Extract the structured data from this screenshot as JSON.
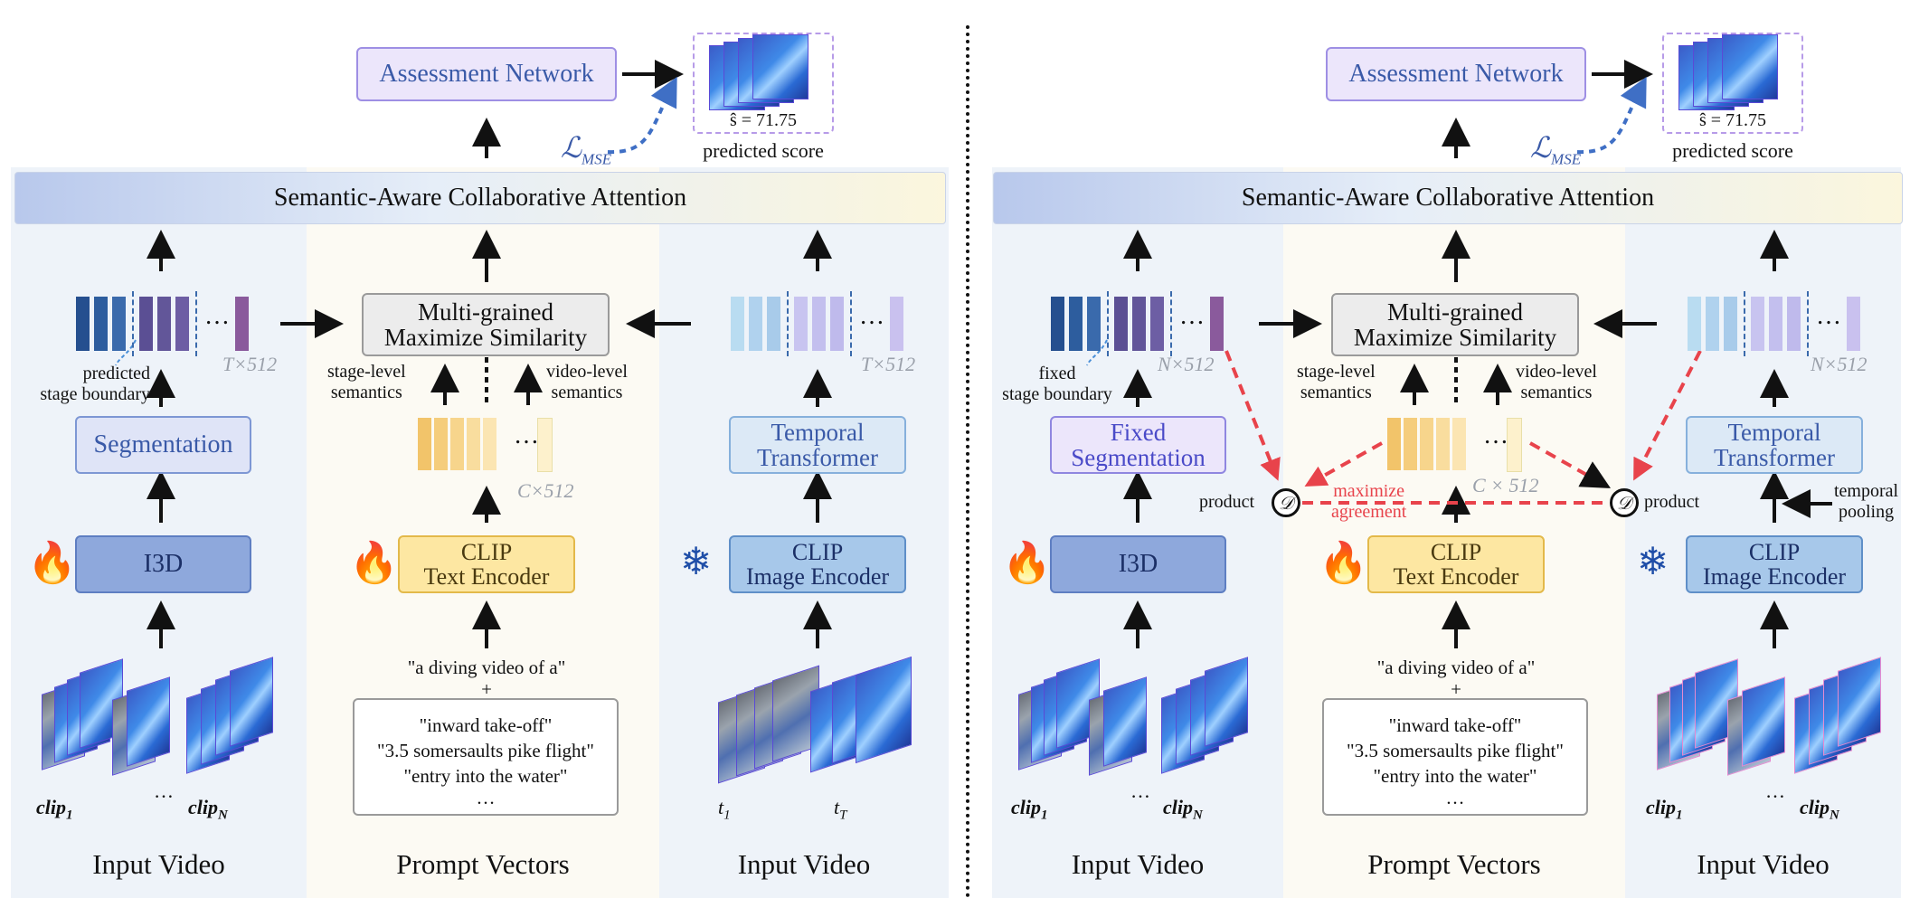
{
  "left": {
    "assessment": "Assessment Network",
    "score": "ŝ = 71.75",
    "predicted": "predicted score",
    "loss_main": "ℒ",
    "loss_sub": "MSE",
    "sac": "Semantic-Aware Collaborative Attention",
    "mgms_line1": "Multi-grained",
    "mgms_line2": "Maximize Similarity",
    "boundary_line1": "predicted",
    "boundary_line2": "stage boundary",
    "dots": "…",
    "dim_left": "T×512",
    "dim_right": "T×512",
    "dim_text": "C×512",
    "stage_line1": "stage-level",
    "stage_line2": "semantics",
    "video_line1": "video-level",
    "video_line2": "semantics",
    "segmentation_line1": "Segmentation",
    "temporal_line1": "Temporal",
    "temporal_line2": "Transformer",
    "i3d": "I3D",
    "clip_text_line1": "CLIP",
    "clip_text_line2": "Text Encoder",
    "clip_img_line1": "CLIP",
    "clip_img_line2": "Image Encoder",
    "prompt_head": "\"a diving video of a\"",
    "plus": "+",
    "prompt1": "\"inward take-off\"",
    "prompt2": "\"3.5 somersaults pike flight\"",
    "prompt3": "\"entry into the water\"",
    "prompt_dots": "…",
    "clip1": "clip",
    "clip1_sub": "1",
    "clipN": "clip",
    "clipN_sub": "N",
    "clip_dots": "…",
    "t1": "t",
    "t1_sub": "1",
    "tT": "t",
    "tT_sub": "T",
    "footer_video_a": "Input Video",
    "footer_prompt": "Prompt Vectors",
    "footer_video_b": "Input Video"
  },
  "right": {
    "assessment": "Assessment Network",
    "score": "ŝ = 71.75",
    "predicted": "predicted score",
    "loss_main": "ℒ",
    "loss_sub": "MSE",
    "sac": "Semantic-Aware Collaborative Attention",
    "mgms_line1": "Multi-grained",
    "mgms_line2": "Maximize Similarity",
    "boundary_line1": "fixed",
    "boundary_line2": "stage boundary",
    "dots": "…",
    "dim_left": "N×512",
    "dim_right": "N×512",
    "dim_text": "C × 512",
    "stage_line1": "stage-level",
    "stage_line2": "semantics",
    "video_line1": "video-level",
    "video_line2": "semantics",
    "segmentation_line1": "Fixed",
    "segmentation_line2": "Segmentation",
    "temporal_line1": "Temporal",
    "temporal_line2": "Transformer",
    "i3d": "I3D",
    "clip_text_line1": "CLIP",
    "clip_text_line2": "Text Encoder",
    "clip_img_line1": "CLIP",
    "clip_img_line2": "Image Encoder",
    "prompt_head": "\"a diving video of a\"",
    "plus": "+",
    "prompt1": "\"inward take-off\"",
    "prompt2": "\"3.5 somersaults pike flight\"",
    "prompt3": "\"entry into the water\"",
    "prompt_dots": "…",
    "product_left": "product",
    "product_right": "product",
    "d_symbol": "𝒟",
    "maximize_line1": "maximize",
    "maximize_line2": "agreement",
    "temporal_pooling_line1": "temporal",
    "temporal_pooling_line2": "pooling",
    "clip1": "clip",
    "clip1_sub": "1",
    "clipN": "clip",
    "clipN_sub": "N",
    "clip_dots": "…",
    "footer_video_a": "Input Video",
    "footer_prompt": "Prompt Vectors",
    "footer_video_b": "Input Video"
  },
  "colors": {
    "panel_blue": "#eef3f9",
    "panel_cream": "#fcfaf3",
    "purple_box": "#ece6fb",
    "i3d_fill": "#8ea8dc",
    "clip_text_fill": "#fde7a2",
    "clip_img_fill": "#a7c8ea",
    "dashed_red": "#e8434b",
    "arrow_blue_dashed": "#3f6fc5"
  }
}
